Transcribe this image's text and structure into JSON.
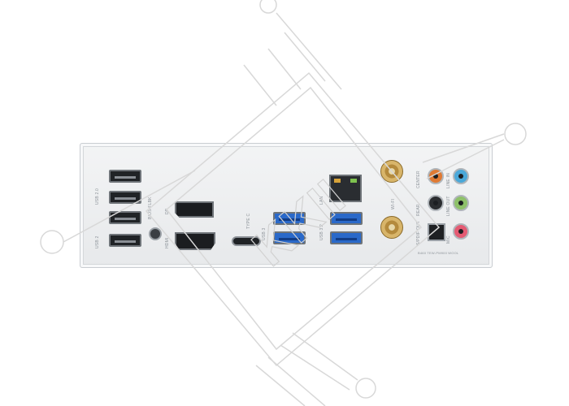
{
  "labels": {
    "usb20": "USB 2.0",
    "usb2": "USB 2",
    "bios_flash": "BIOS FLBK",
    "dp": "DP",
    "hdmi": "HDMI",
    "typec": "TYPE C",
    "usb32": "USB 3.2",
    "usb3": "USB 3",
    "lan": "LAN",
    "wifi": "WI-FI",
    "center": "CENTER",
    "rear": "REAR",
    "spdif": "S/PDIF OUT",
    "line_in": "LINE IN",
    "line_out": "LINE OUT",
    "mic": "MIC",
    "model_code": "B460 TEW-PM900 WOOL"
  },
  "watermark": {
    "text": "KKII"
  },
  "colors": {
    "shield": "#ebedef",
    "usb3_blue": "#2a69c9",
    "jack_orange": "#e07a33",
    "jack_black": "#2b2d30",
    "jack_pink": "#e45b73",
    "jack_blue": "#4aa8d9",
    "jack_green": "#8ec16a",
    "antenna_gold": "#c69c4a"
  }
}
